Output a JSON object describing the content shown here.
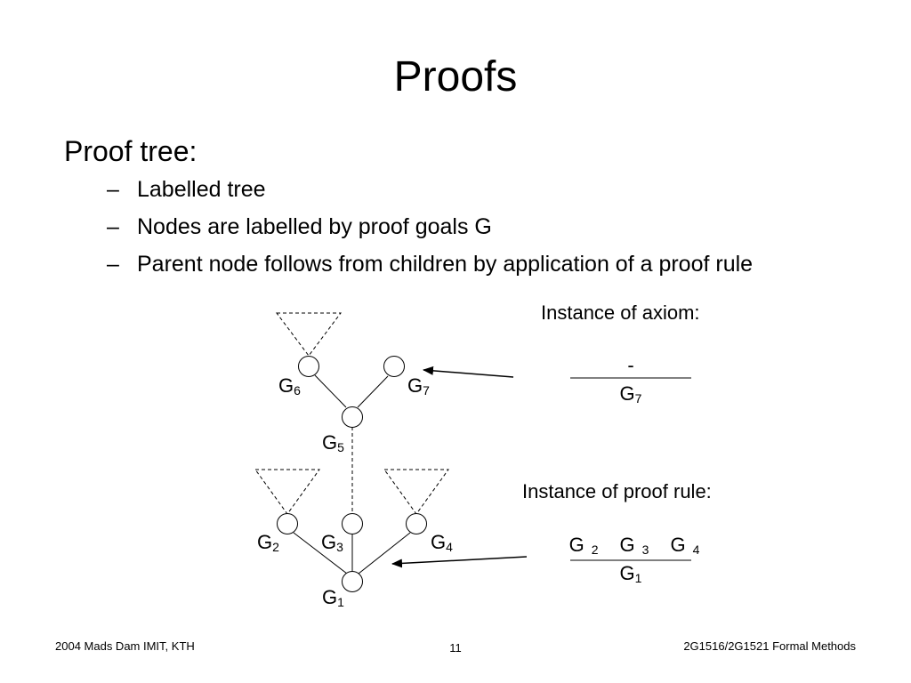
{
  "slide": {
    "title": "Proofs",
    "heading": "Proof tree:",
    "bullets": [
      {
        "dash": "–",
        "text": "Labelled tree"
      },
      {
        "dash": "–",
        "text": "Nodes are labelled by proof goals G"
      },
      {
        "dash": "–",
        "text": "Parent node follows from children by application of a proof rule"
      }
    ]
  },
  "tree": {
    "nodes": [
      {
        "letter": "G",
        "sub": "6"
      },
      {
        "letter": "G",
        "sub": "7"
      },
      {
        "letter": "G",
        "sub": "5"
      },
      {
        "letter": "G",
        "sub": "2"
      },
      {
        "letter": "G",
        "sub": "3"
      },
      {
        "letter": "G",
        "sub": "4"
      },
      {
        "letter": "G",
        "sub": "1"
      }
    ]
  },
  "axiom": {
    "label": "Instance of axiom:",
    "premise": "-",
    "conclusion": {
      "letter": "G",
      "sub": "7"
    }
  },
  "rule": {
    "label": "Instance of proof rule:",
    "premises": [
      {
        "letter": "G",
        "sub": "2"
      },
      {
        "letter": "G",
        "sub": "3"
      },
      {
        "letter": "G",
        "sub": "4"
      }
    ],
    "conclusion": {
      "letter": "G",
      "sub": "1"
    }
  },
  "footer": {
    "left": "2004 Mads Dam IMIT, KTH",
    "center": "11",
    "right": "2G1516/2G1521 Formal Methods"
  }
}
